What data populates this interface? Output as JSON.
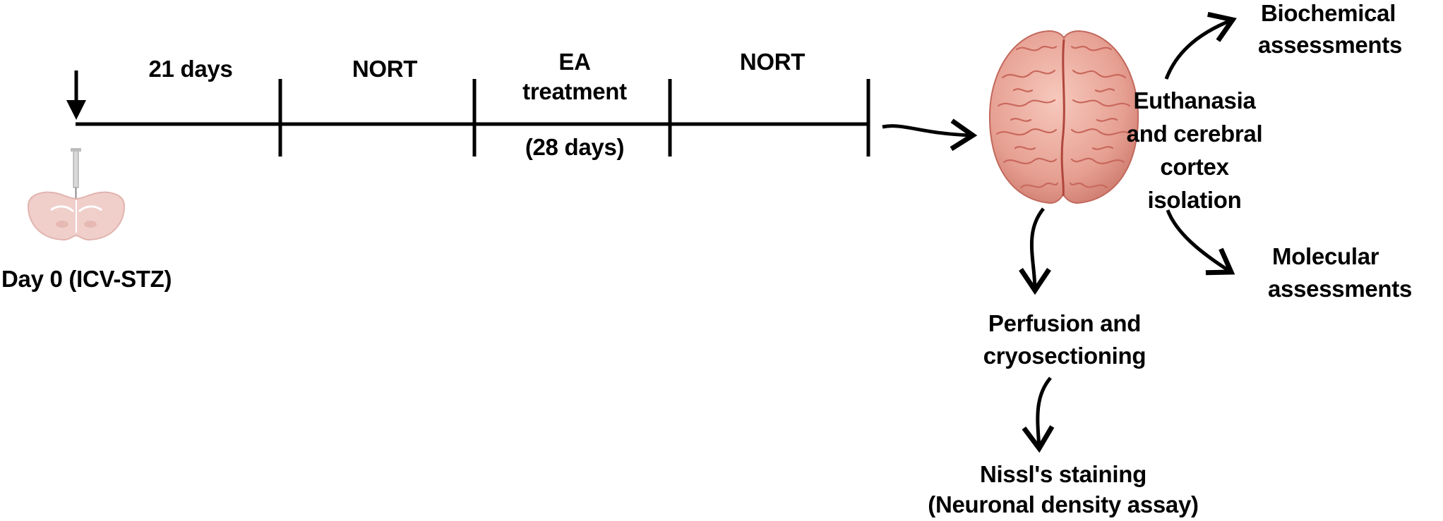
{
  "timeline": {
    "day0_label": "Day 0 (ICV-STZ)",
    "phase1_label": "21 days",
    "phase2_label": "NORT",
    "phase3_label_line1": "EA",
    "phase3_label_line2": "treatment",
    "phase3_duration": "(28 days)",
    "phase4_label": "NORT"
  },
  "outcomes": {
    "euthanasia_line1": "Euthanasia",
    "euthanasia_line2": "and cerebral",
    "euthanasia_line3": "cortex",
    "euthanasia_line4": "isolation",
    "biochemical_line1": "Biochemical",
    "biochemical_line2": "assessments",
    "molecular_line1": "Molecular",
    "molecular_line2": "assessments",
    "perfusion_line1": "Perfusion and",
    "perfusion_line2": "cryosectioning",
    "nissl_line1": "Nissl's staining",
    "nissl_line2": "(Neuronal density assay)"
  },
  "colors": {
    "line": "#000000",
    "brain": "#e8a79b",
    "brain_fold": "#c9685c",
    "rat_brain": "#f0cfcb"
  },
  "icons": [
    "injection-needle-icon",
    "rat-brain-section-icon",
    "human-brain-icon"
  ]
}
